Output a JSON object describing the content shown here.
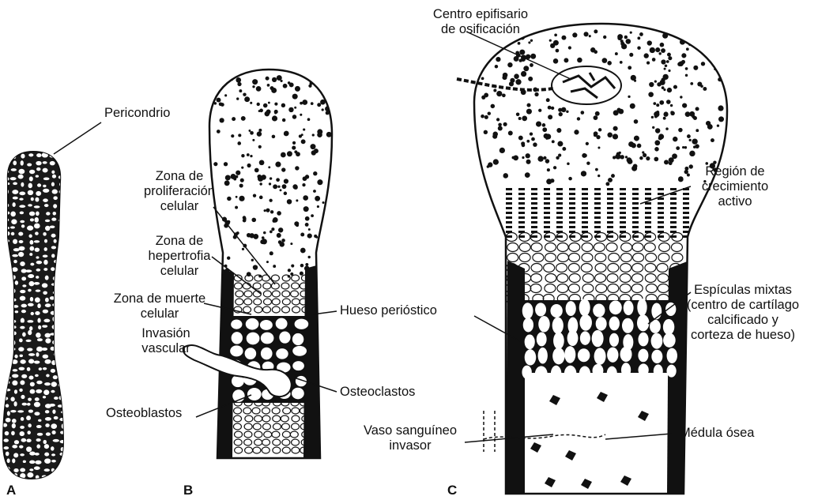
{
  "colors": {
    "ink": "#111111",
    "paper": "#ffffff"
  },
  "panels": [
    "A",
    "B",
    "C"
  ],
  "panel_a": {
    "pericondrio": "Pericondrio"
  },
  "panel_b": {
    "zona_proliferacion": "Zona de\nproliferación\ncelular",
    "zona_hipertrofia": "Zona de\nhepertrofia\ncelular",
    "zona_muerte": "Zona de muerte\ncelular",
    "invasion_vascular": "Invasión\nvascular",
    "osteoblastos": "Osteoblastos",
    "hueso_periostico": "Hueso perióstico",
    "osteoclastos": "Osteoclastos"
  },
  "panel_c": {
    "centro_epifisario": "Centro epifisario\nde osificación",
    "region_crecimiento": "Región de\ncrecimiento\nactivo",
    "espiculas": "Espículas mixtas\n(centro de cartílago\ncalcificado y\ncorteza de hueso)",
    "vaso_sanguineo": "Vaso sanguíneo\ninvasor",
    "medula_osea": "Médula ósea"
  }
}
